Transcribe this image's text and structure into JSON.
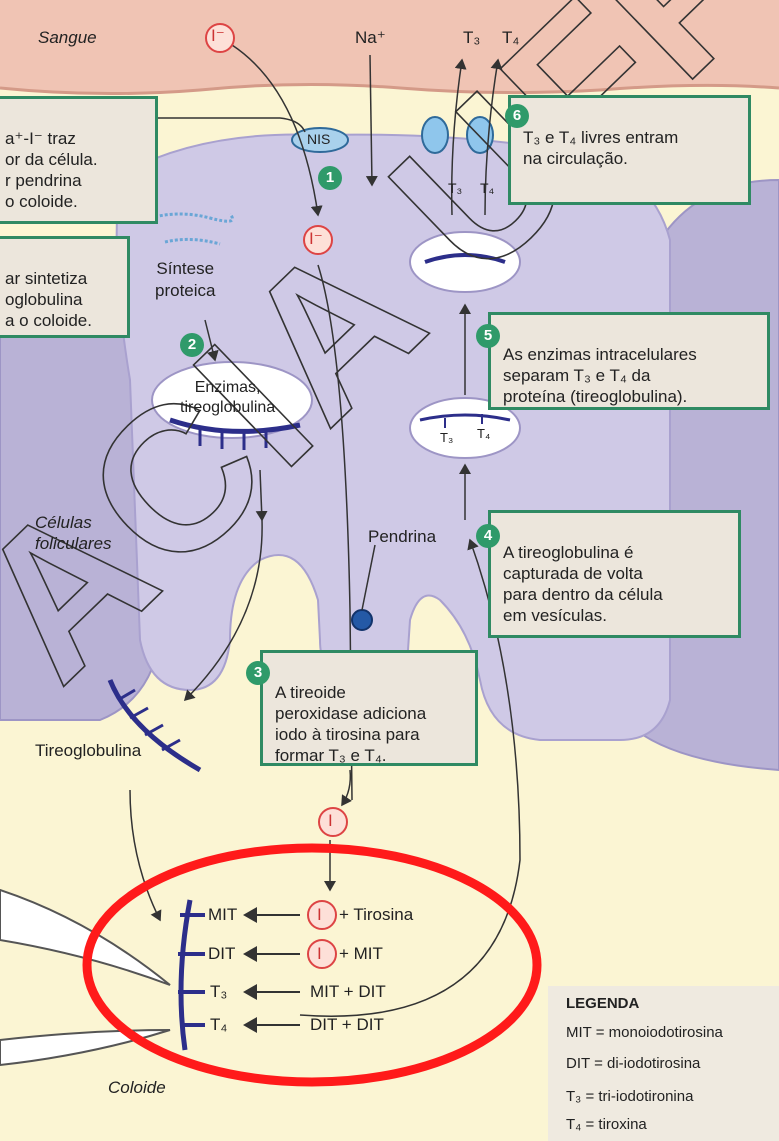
{
  "labels": {
    "sangue": "Sangue",
    "na_plus": "Na⁺",
    "t3": "T₃",
    "t4": "T₄",
    "nis": "NIS",
    "iodide": "I⁻",
    "iodine": "I",
    "sintese_proteica": "Síntese\nproteica",
    "enzimas_tireoglobulina": "Enzimas,\ntireoglobulina",
    "celulas_foliculares": "Células\nfoliculares",
    "pendrina": "Pendrina",
    "tireoglobulina": "Tireoglobulina",
    "coloide": "Coloide",
    "watermark": "ACIA UFPB"
  },
  "steps": [
    {
      "number": "1",
      "text": "a⁺-I⁻ traz\nor da célula.\nr pendrina\no coloide."
    },
    {
      "number": "2",
      "text": "ar sintetiza\noglobulina\na o coloide."
    },
    {
      "number": "3",
      "text": "A tireoide\nperoxidase adiciona\niodo à tirosina para\nformar T₃ e T₄."
    },
    {
      "number": "4",
      "text": "A tireoglobulina é\ncapturada de volta\npara dentro da célula\nem vesículas."
    },
    {
      "number": "5",
      "text": "As enzimas intracelulares\nseparam T₃ e T₄ da\nproteína (tireoglobulina)."
    },
    {
      "number": "6",
      "text": "T₃ e T₄ livres entram\nna circulação."
    }
  ],
  "reactions": [
    {
      "product": "MIT",
      "reactants": "+ Tirosina",
      "iodine": true
    },
    {
      "product": "DIT",
      "reactants": "+ MIT",
      "iodine": true
    },
    {
      "product": "T₃",
      "reactants": "MIT + DIT",
      "iodine": false
    },
    {
      "product": "T₄",
      "reactants": "DIT + DIT",
      "iodine": false
    }
  ],
  "legend": {
    "title": "LEGENDA",
    "items": [
      {
        "abbr": "MIT",
        "meaning": "= monoiodotirosina"
      },
      {
        "abbr": "DIT",
        "meaning": "= di-iodotirosina"
      },
      {
        "abbr": "T₃",
        "meaning": "= tri-iodotironina"
      },
      {
        "abbr": "T₄",
        "meaning": "= tiroxina"
      }
    ]
  },
  "colors": {
    "blood": "#f0c4b4",
    "cell": "#cfc9e6",
    "colloid": "#fbf5d3",
    "box_border": "#2f8a63",
    "box_fill": "#ece6dc",
    "step_circle": "#2f9a6a",
    "highlight_ellipse": "#ff1a1a",
    "thyroglobulin": "#2c2e8a"
  }
}
